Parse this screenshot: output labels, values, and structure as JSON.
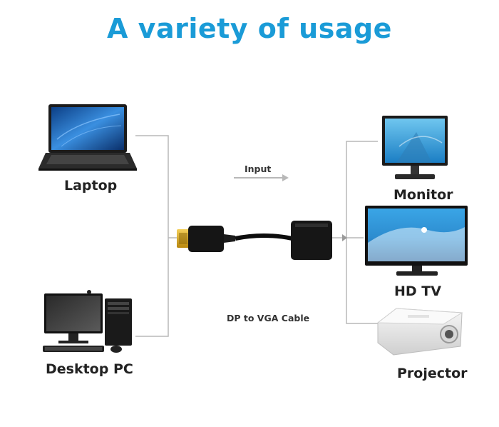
{
  "title": "A variety of usage",
  "sources": {
    "laptop": "Laptop",
    "desktop": "Desktop PC"
  },
  "flow_label": "Input",
  "cable_label": "DP to VGA Cable",
  "outputs": {
    "monitor": "Monitor",
    "hdtv": "HD TV",
    "projector": "Projector"
  },
  "colors": {
    "title": "#1a9bd7",
    "lines": "#b8b8b8",
    "connector_gold": "#d4a21a",
    "screen_blue": "#1e6fc2"
  }
}
